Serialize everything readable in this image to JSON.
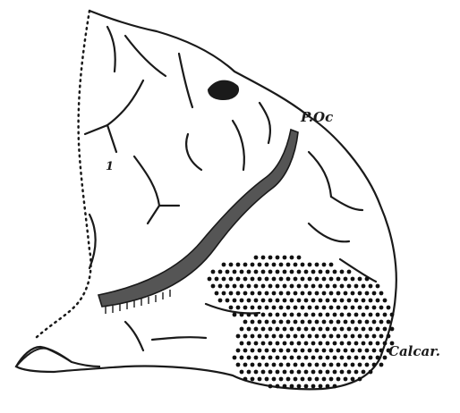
{
  "figure": {
    "labels": {
      "poc": "P.Oc",
      "calcar": "Calcar.",
      "area_mark": "1"
    },
    "colors": {
      "ink": "#1a1a1a",
      "background": "#ffffff",
      "dots": "#111111",
      "fissure_shade": "#555555"
    }
  }
}
